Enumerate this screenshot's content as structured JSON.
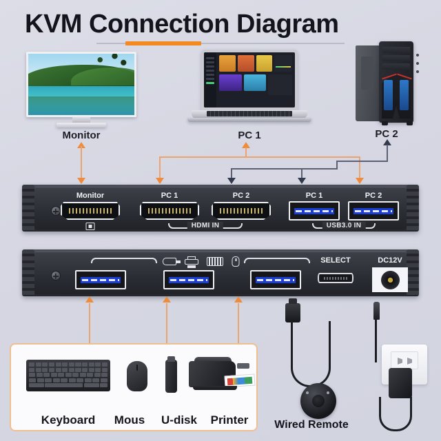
{
  "page": {
    "title": "KVM Connection Diagram",
    "accent_color": "#f28a21",
    "link_color_pc1": "#ef8c3c",
    "link_color_pc2": "#333a4d",
    "background_color": "#d8d9e4",
    "box_border_color": "#f0bf90"
  },
  "devices": {
    "monitor": {
      "label": "Monitor",
      "icon": "monitor-icon"
    },
    "pc1": {
      "label": "PC 1",
      "icon": "laptop-icon"
    },
    "pc2": {
      "label": "PC 2",
      "icon": "desktop-tower-icon"
    }
  },
  "back_panel": {
    "ports": [
      {
        "label": "Monitor",
        "type": "hdmi"
      },
      {
        "label": "PC 1",
        "type": "hdmi"
      },
      {
        "label": "PC 2",
        "type": "hdmi"
      },
      {
        "label": "PC 1",
        "type": "usb3"
      },
      {
        "label": "PC 2",
        "type": "usb3"
      }
    ],
    "groups": [
      {
        "label": "HDMI IN"
      },
      {
        "label": "USB3.0 IN"
      }
    ],
    "monitor_out_icon": "display-out-icon"
  },
  "front_panel": {
    "icons": [
      {
        "name": "usb-plug-icon"
      },
      {
        "name": "printer-icon"
      },
      {
        "name": "keyboard-icon"
      },
      {
        "name": "mouse-icon"
      }
    ],
    "usb_ports": 3,
    "select": {
      "label": "SELECT",
      "type": "micro-usb"
    },
    "power": {
      "label": "DC12V",
      "type": "dc-barrel-jack"
    }
  },
  "peripherals": {
    "items": [
      {
        "label": "Keyboard",
        "icon": "keyboard-icon"
      },
      {
        "label": "Mous",
        "icon": "mouse-icon"
      },
      {
        "label": "U-disk",
        "icon": "usb-flash-drive-icon"
      },
      {
        "label": "Printer",
        "icon": "printer-icon"
      }
    ]
  },
  "accessories": {
    "remote": {
      "label": "Wired Remote",
      "icon": "wired-remote-icon"
    },
    "adapter": {
      "label": "",
      "icon": "power-adapter-icon"
    }
  }
}
